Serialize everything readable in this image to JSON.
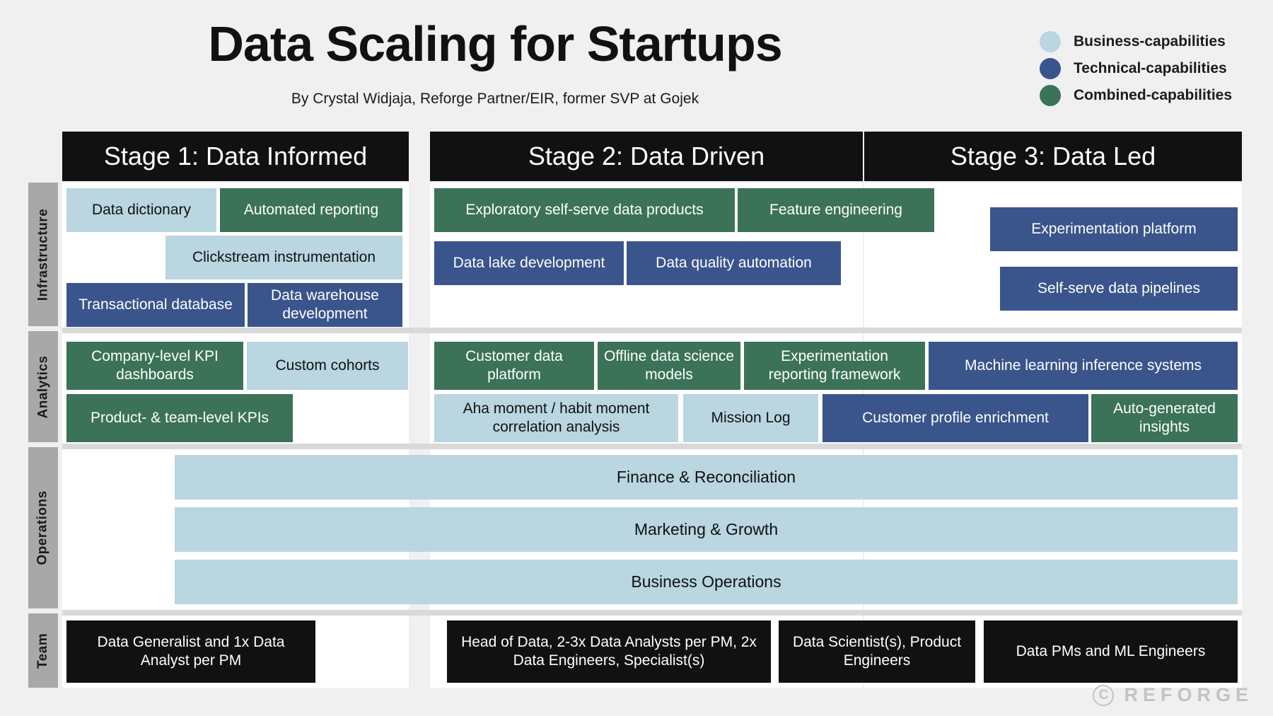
{
  "header": {
    "title": "Data Scaling for Startups",
    "subtitle": "By Crystal Widjaja, Reforge Partner/EIR, former SVP at Gojek"
  },
  "legend": {
    "items": [
      {
        "label": "Business-capabilities",
        "color": "#b9d6e1"
      },
      {
        "label": "Technical-capabilities",
        "color": "#3a548c"
      },
      {
        "label": "Combined-capabilities",
        "color": "#3b7258"
      }
    ]
  },
  "stages": [
    {
      "label": "Stage 1: Data Informed"
    },
    {
      "label": "Stage 2: Data Driven"
    },
    {
      "label": "Stage 3: Data Led"
    }
  ],
  "rows": [
    {
      "label": "Infrastructure"
    },
    {
      "label": "Analytics"
    },
    {
      "label": "Operations"
    },
    {
      "label": "Team"
    }
  ],
  "capabilities": {
    "infrastructure": [
      {
        "label": "Data dictionary",
        "type": "business"
      },
      {
        "label": "Automated reporting",
        "type": "combined"
      },
      {
        "label": "Clickstream instrumentation",
        "type": "business"
      },
      {
        "label": "Transactional database",
        "type": "technical"
      },
      {
        "label": "Data warehouse development",
        "type": "technical"
      },
      {
        "label": "Exploratory self-serve data products",
        "type": "combined"
      },
      {
        "label": "Feature engineering",
        "type": "combined"
      },
      {
        "label": "Data lake development",
        "type": "technical"
      },
      {
        "label": "Data quality automation",
        "type": "technical"
      },
      {
        "label": "Experimentation platform",
        "type": "technical"
      },
      {
        "label": "Self-serve data pipelines",
        "type": "technical"
      }
    ],
    "analytics": [
      {
        "label": "Company-level KPI dashboards",
        "type": "combined"
      },
      {
        "label": "Custom cohorts",
        "type": "business"
      },
      {
        "label": "Product- & team-level KPIs",
        "type": "combined"
      },
      {
        "label": "Customer data platform",
        "type": "combined"
      },
      {
        "label": "Offline data science models",
        "type": "combined"
      },
      {
        "label": "Experimentation reporting framework",
        "type": "combined"
      },
      {
        "label": "Machine learning inference systems",
        "type": "technical"
      },
      {
        "label": "Aha moment / habit moment correlation analysis",
        "type": "business"
      },
      {
        "label": "Mission Log",
        "type": "business"
      },
      {
        "label": "Customer profile enrichment",
        "type": "technical"
      },
      {
        "label": "Auto-generated insights",
        "type": "combined"
      }
    ],
    "operations": [
      {
        "label": "Finance & Reconciliation",
        "type": "business"
      },
      {
        "label": "Marketing & Growth",
        "type": "business"
      },
      {
        "label": "Business Operations",
        "type": "business"
      }
    ],
    "team": [
      {
        "label": "Data Generalist and 1x Data Analyst per PM"
      },
      {
        "label": "Head of Data, 2-3x Data Analysts per PM, 2x Data Engineers, Specialist(s)"
      },
      {
        "label": "Data Scientist(s), Product Engineers"
      },
      {
        "label": "Data PMs and ML Engineers"
      }
    ]
  },
  "watermark": {
    "copyright": "C",
    "brand": "REFORGE"
  }
}
